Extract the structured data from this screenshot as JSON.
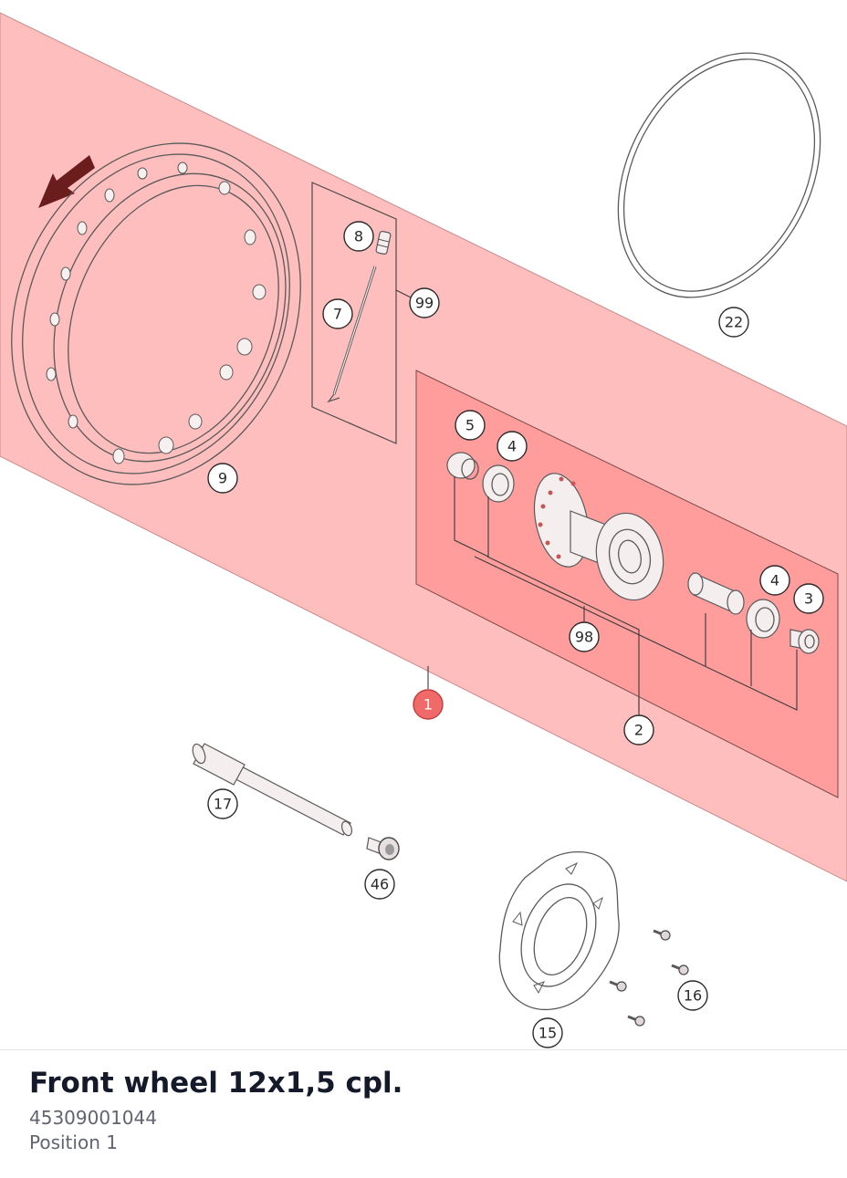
{
  "assembly": {
    "title": "Front wheel 12x1,5 cpl.",
    "part_number": "45309001044",
    "position_label": "Position 1"
  },
  "callouts": {
    "c1": "1",
    "c2": "2",
    "c3": "3",
    "c4a": "4",
    "c4b": "4",
    "c5": "5",
    "c7": "7",
    "c8": "8",
    "c9": "9",
    "c15": "15",
    "c16": "16",
    "c17": "17",
    "c22": "22",
    "c46": "46",
    "c98": "98",
    "c99": "99"
  },
  "colors": {
    "highlight": "#ffb3b3",
    "highlight_inner": "#ff8f8f",
    "active_callout": "#f06a6a",
    "title_text": "#141a2a",
    "meta_text": "#5f6470"
  },
  "icons": {
    "direction_arrow": "rotation-direction-arrow-icon"
  }
}
